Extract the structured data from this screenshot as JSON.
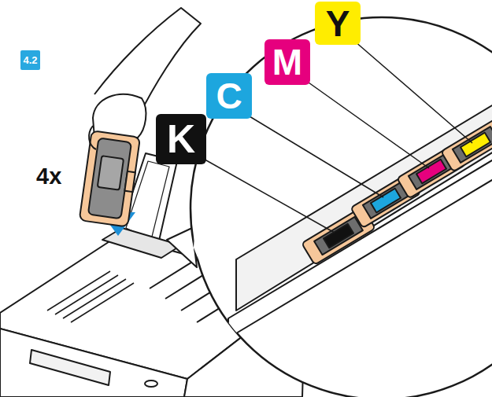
{
  "diagram": {
    "nodes": [
      {
        "text": [
          "4.2"
        ]
      },
      {
        "text": [
          "K"
        ]
      },
      {
        "text": [
          "C"
        ]
      },
      {
        "text": [
          "M"
        ]
      },
      {
        "text": [
          "Y"
        ]
      }
    ],
    "labels": [
      "4x"
    ]
  }
}
